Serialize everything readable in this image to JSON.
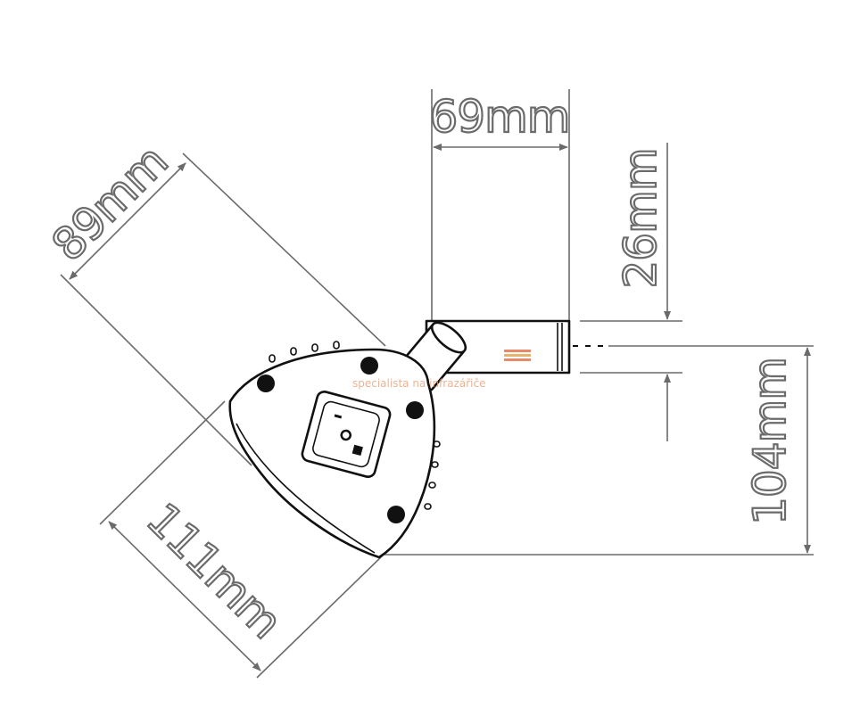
{
  "dimensions": {
    "width_top": "69mm",
    "height_pipe": "26mm",
    "height_total": "104mm",
    "diagonal_depth": "89mm",
    "diagonal_length": "111mm"
  },
  "watermark": "specialista na infrazářiče",
  "colors": {
    "dimension": "#6b6b6b",
    "outline": "#111111",
    "watermark": "#e8a27a"
  }
}
